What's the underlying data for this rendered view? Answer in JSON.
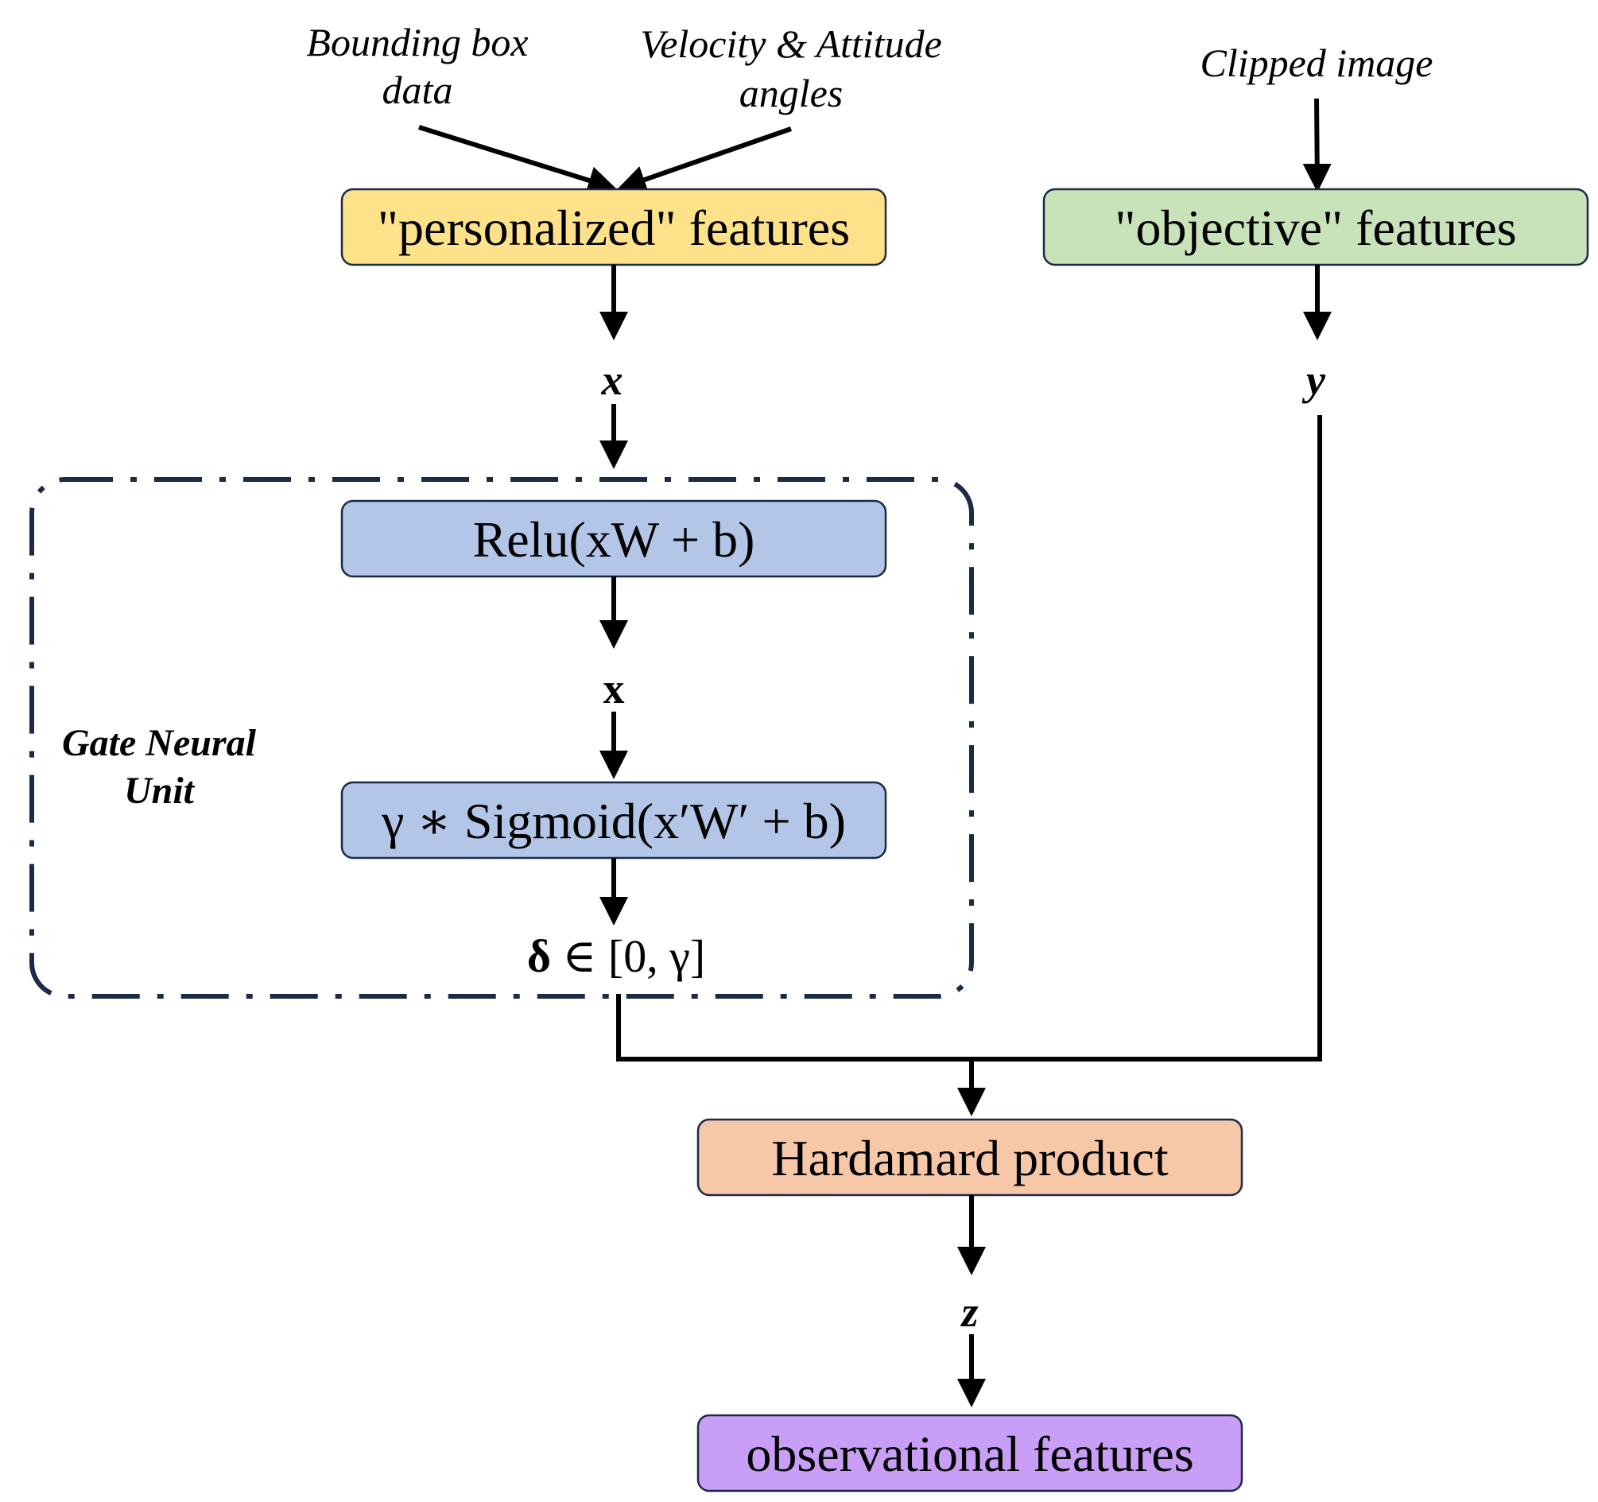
{
  "diagram": {
    "inputs": {
      "bbox_line1": "Bounding box",
      "bbox_line2": "data",
      "velocity_line1": "Velocity & Attitude",
      "velocity_line2": "angles",
      "clipped": "Clipped image"
    },
    "nodes": {
      "personalized": "\"personalized\" features",
      "objective": "\"objective\" features",
      "relu": "Relu(xW + b)",
      "sigmoid": "γ ∗ Sigmoid(x′W′ + b)",
      "hadamard": "Hardamard product",
      "observational": "observational features"
    },
    "variables": {
      "x": "x",
      "y": "y",
      "x_prime": "x",
      "delta_symbol": "δ",
      "delta_range": " ∈ [0, γ]",
      "z": "z"
    },
    "group": {
      "label_line1": "Gate Neural",
      "label_line2": "Unit"
    },
    "colors": {
      "personalized_fill": "#fde28a",
      "objective_fill": "#c8e2b9",
      "gate_fill": "#b3c6e7",
      "hadamard_fill": "#f7c8a8",
      "observational_fill": "#c99ef7",
      "border": "#1b2a47"
    }
  }
}
